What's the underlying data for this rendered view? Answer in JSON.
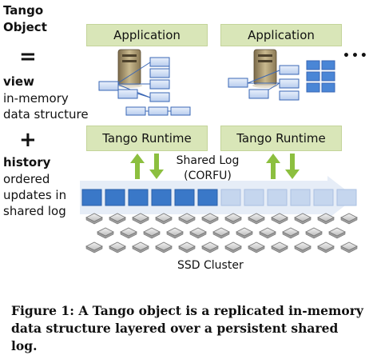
{
  "left": {
    "title_line1": "Tango",
    "title_line2": "Object",
    "equals": "=",
    "view_bold": "view",
    "view_line1": "in-memory",
    "view_line2": "data structure",
    "plus": "+",
    "history_bold": "history",
    "history_line1": "ordered",
    "history_line2": "updates in",
    "history_line3": "shared log"
  },
  "nodes": [
    {
      "app_label": "Application",
      "runtime_label": "Tango Runtime"
    },
    {
      "app_label": "Application",
      "runtime_label": "Tango Runtime"
    }
  ],
  "ellipsis": "•••",
  "shared_log": {
    "line1": "Shared Log",
    "line2": "(CORFU)",
    "filled_entries": 6,
    "total_entries": 12
  },
  "ssd_label": "SSD Cluster",
  "caption": {
    "line1": "Figure 1: A Tango object is a replicated in-memory",
    "line2": "data structure layered over a persistent shared log."
  },
  "colors": {
    "green_box": "#d9e6b8",
    "log_filled": "#3a78c8",
    "log_empty": "#c5d6ee",
    "arrow_green": "#8cbf3f"
  }
}
